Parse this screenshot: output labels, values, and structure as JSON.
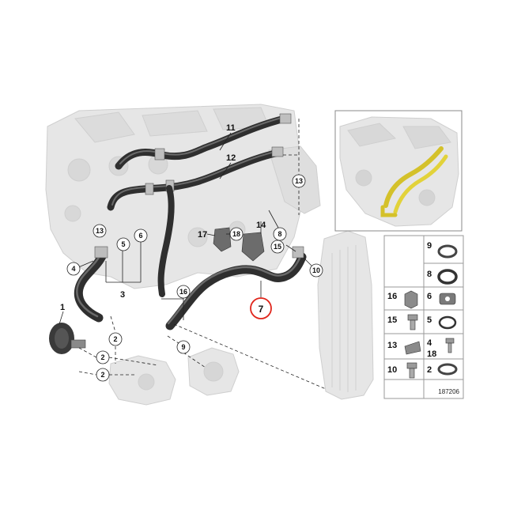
{
  "diagram": {
    "number": "187206",
    "highlight_color": "#e0261c",
    "callouts_plain": [
      {
        "id": "c11",
        "text": "11"
      },
      {
        "id": "c12",
        "text": "12"
      },
      {
        "id": "c14",
        "text": "14"
      },
      {
        "id": "c17",
        "text": "17"
      },
      {
        "id": "c3",
        "text": "3"
      },
      {
        "id": "c1",
        "text": "1"
      }
    ],
    "callouts_circled": [
      {
        "id": "c13a",
        "text": "13"
      },
      {
        "id": "c13b",
        "text": "13"
      },
      {
        "id": "c18",
        "text": "18"
      },
      {
        "id": "c8",
        "text": "8"
      },
      {
        "id": "c15",
        "text": "15"
      },
      {
        "id": "c10",
        "text": "10"
      },
      {
        "id": "c5",
        "text": "5"
      },
      {
        "id": "c6",
        "text": "6"
      },
      {
        "id": "c4",
        "text": "4"
      },
      {
        "id": "c16",
        "text": "16"
      },
      {
        "id": "c7",
        "text": "7"
      },
      {
        "id": "c2a",
        "text": "2"
      },
      {
        "id": "c2b",
        "text": "2"
      },
      {
        "id": "c2c",
        "text": "2"
      },
      {
        "id": "c9",
        "text": "9"
      }
    ],
    "catalog": [
      {
        "label": "9",
        "part": "hose-clamp"
      },
      {
        "label": "8",
        "part": "o-ring"
      },
      {
        "label": "16",
        "part": "hose-clip"
      },
      {
        "label": "6",
        "part": "seal-flange"
      },
      {
        "label": "15",
        "part": "collar-bolt"
      },
      {
        "label": "5",
        "part": "sealing-ring"
      },
      {
        "label": "13",
        "part": "bracket-clip"
      },
      {
        "label": "4",
        "part": "bolt-small"
      },
      {
        "label": "18",
        "part": "bolt-small"
      },
      {
        "label": "10",
        "part": "hex-bolt"
      },
      {
        "label": "2",
        "part": "spring-clamp"
      }
    ]
  }
}
